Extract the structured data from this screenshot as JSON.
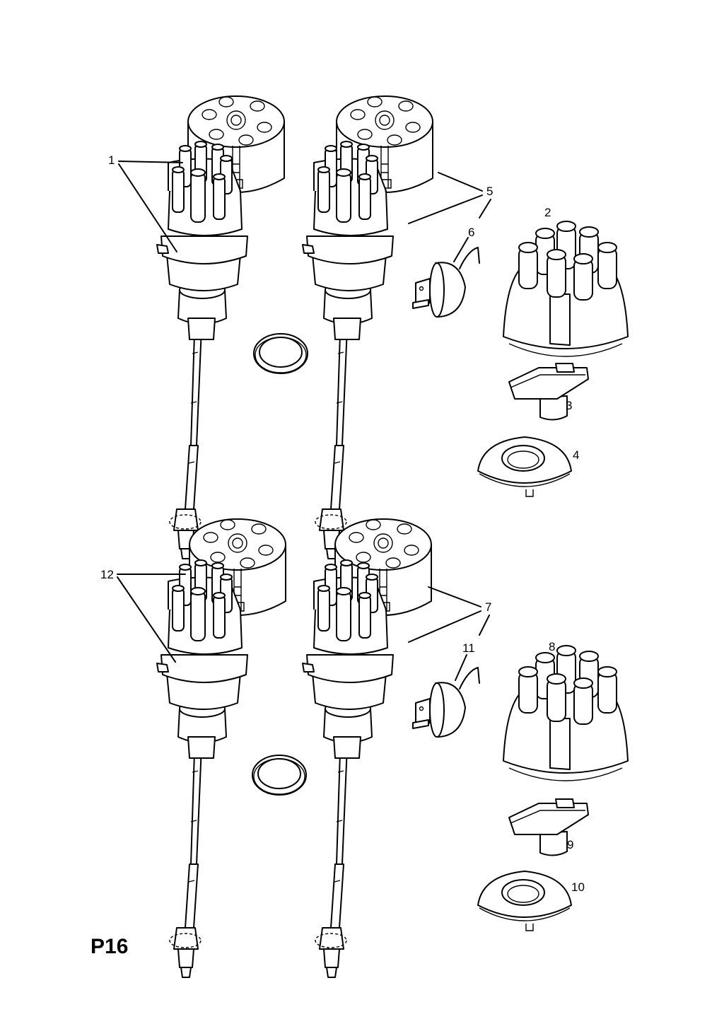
{
  "page_code": "P16",
  "callouts": [
    "1",
    "2",
    "3",
    "4",
    "5",
    "6",
    "7",
    "8",
    "9",
    "10",
    "11",
    "12"
  ],
  "parts": {
    "rotor_housing": "rotor-housing",
    "distributor_assembly": "distributor-assembly",
    "seal_ring": "seal-ring",
    "vacuum_unit": "vacuum-advance-unit",
    "distributor_cap": "distributor-cap",
    "rotor_arm": "rotor-arm",
    "dust_shield": "dust-shield"
  }
}
